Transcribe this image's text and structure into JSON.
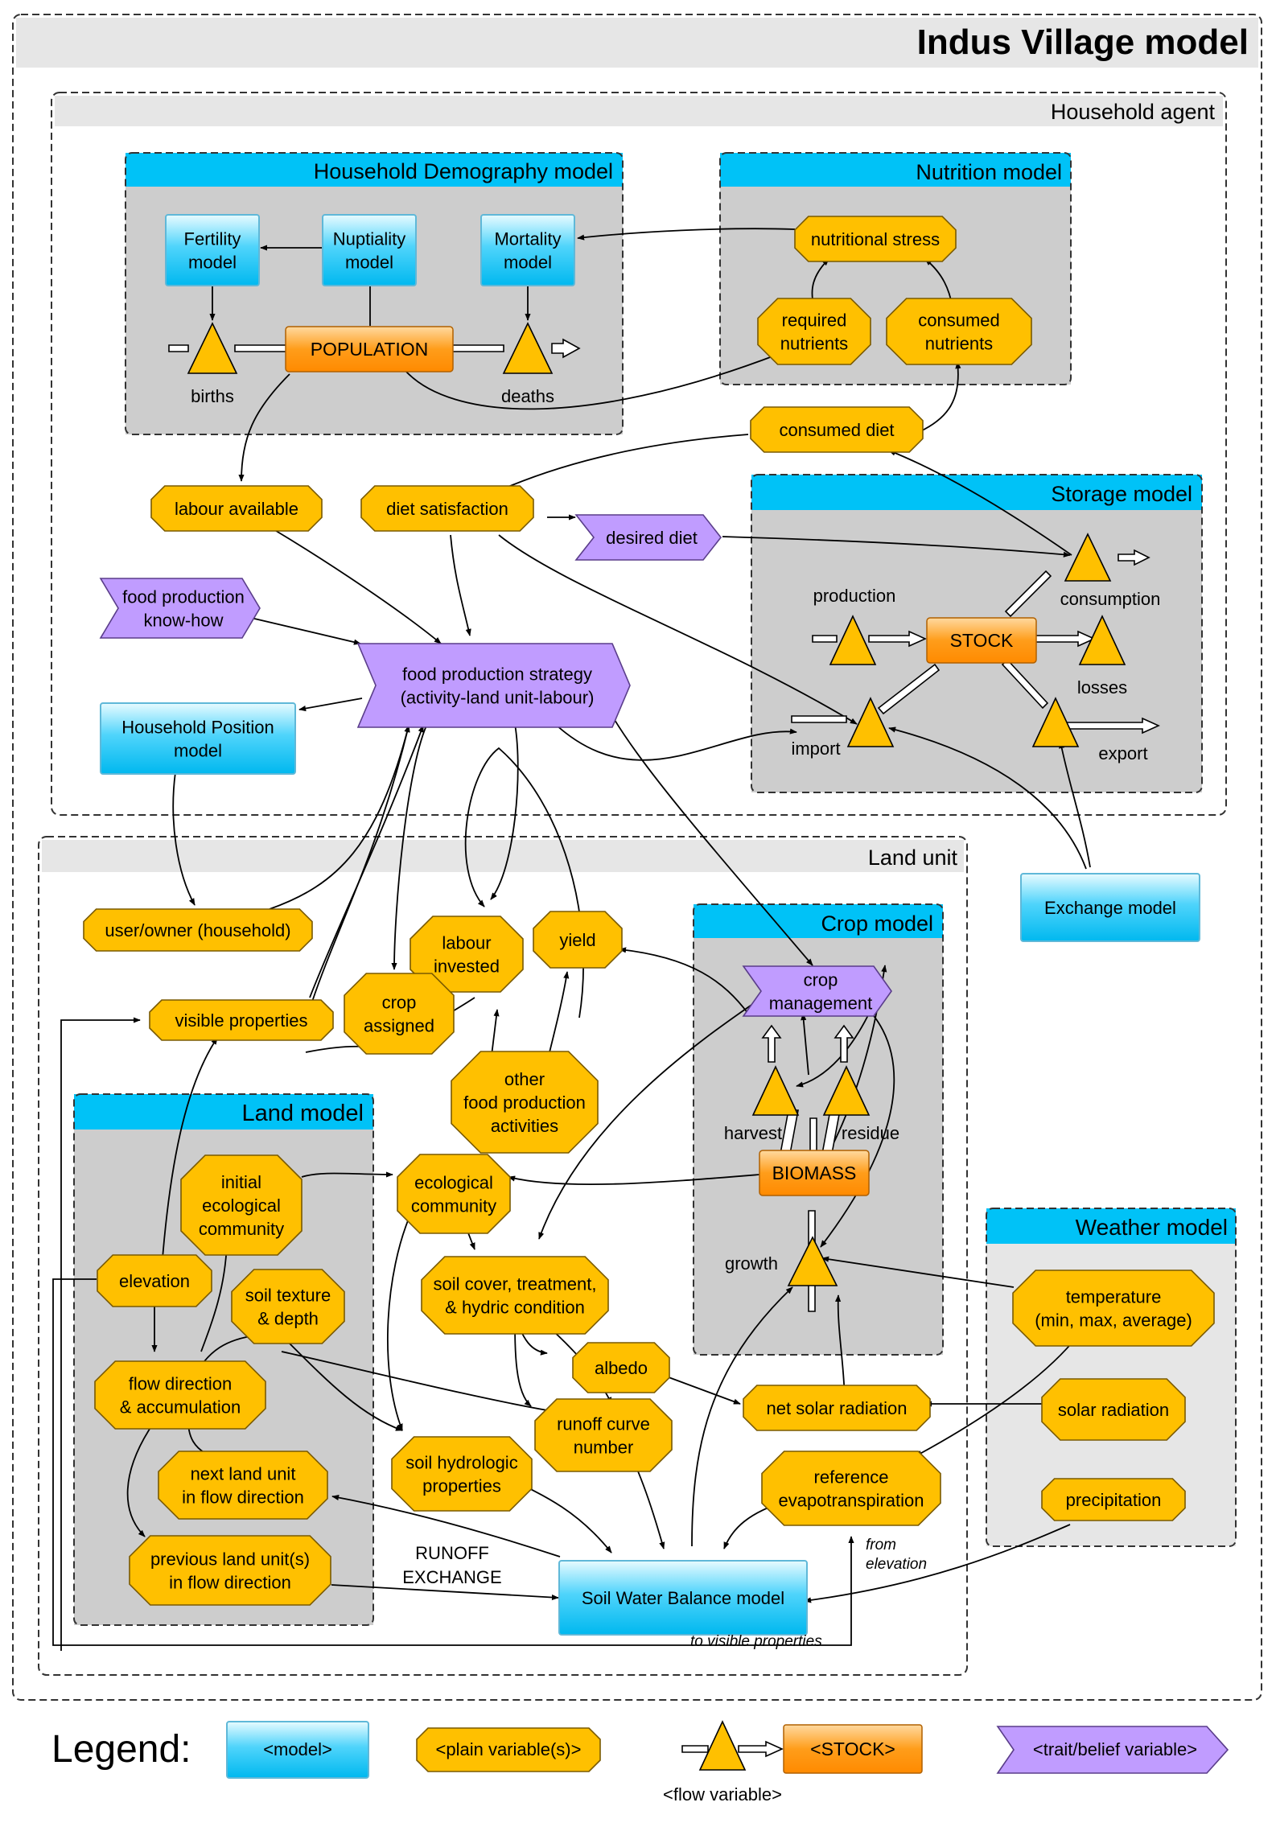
{
  "title": "Indus Village model",
  "sections": {
    "household_agent": "Household agent",
    "land_unit": "Land unit"
  },
  "submodels": {
    "demography": "Household Demography model",
    "nutrition": "Nutrition model",
    "storage": "Storage model",
    "crop": "Crop model",
    "land": "Land model",
    "weather": "Weather model"
  },
  "models": {
    "fertility": [
      "Fertility",
      "model"
    ],
    "nuptiality": [
      "Nuptiality",
      "model"
    ],
    "mortality": [
      "Mortality",
      "model"
    ],
    "household_position": [
      "Household Position",
      "model"
    ],
    "exchange": [
      "Exchange model"
    ],
    "soil_water_balance": [
      "Soil Water Balance model"
    ]
  },
  "stocks": {
    "population": "POPULATION",
    "stock": "STOCK",
    "biomass": "BIOMASS"
  },
  "flows": {
    "births": "births",
    "deaths": "deaths",
    "production": "production",
    "consumption": "consumption",
    "losses": "losses",
    "import": "import",
    "export": "export",
    "harvest": "harvest",
    "residue": "residue",
    "growth": "growth"
  },
  "variables": {
    "nutritional_stress": [
      "nutritional stress"
    ],
    "required_nutrients": [
      "required",
      "nutrients"
    ],
    "consumed_nutrients": [
      "consumed",
      "nutrients"
    ],
    "consumed_diet": [
      "consumed diet"
    ],
    "labour_available": [
      "labour available"
    ],
    "diet_satisfaction": [
      "diet satisfaction"
    ],
    "user_owner": [
      "user/owner (household)"
    ],
    "labour_invested": [
      "labour",
      "invested"
    ],
    "yield": [
      "yield"
    ],
    "visible_properties": [
      "visible properties"
    ],
    "crop_assigned": [
      "crop",
      "assigned"
    ],
    "other_food": [
      "other",
      "food production",
      "activities"
    ],
    "initial_eco": [
      "initial",
      "ecological",
      "community"
    ],
    "ecological_community": [
      "ecological",
      "community"
    ],
    "elevation": [
      "elevation"
    ],
    "soil_texture": [
      "soil texture",
      "& depth"
    ],
    "soil_cover": [
      "soil cover, treatment,",
      "& hydric condition"
    ],
    "flow_direction": [
      "flow direction",
      "& accumulation"
    ],
    "albedo": [
      "albedo"
    ],
    "net_solar": [
      "net solar radiation"
    ],
    "runoff_curve": [
      "runoff curve",
      "number"
    ],
    "next_land": [
      "next land unit",
      "in flow direction"
    ],
    "soil_hydrologic": [
      "soil hydrologic",
      "properties"
    ],
    "reference_evapo": [
      "reference",
      "evapotranspiration"
    ],
    "previous_land": [
      "previous land unit(s)",
      "in flow direction"
    ],
    "temperature": [
      "temperature",
      "(min, max, average)"
    ],
    "solar_radiation": [
      "solar radiation"
    ],
    "precipitation": [
      "precipitation"
    ]
  },
  "traits": {
    "desired_diet": [
      "desired diet"
    ],
    "food_know_how": [
      "food production",
      "know-how"
    ],
    "food_strategy": [
      "food production strategy",
      "(activity-land unit-labour)"
    ],
    "crop_management": [
      "crop",
      "management"
    ]
  },
  "annotations": {
    "runoff_exchange": [
      "RUNOFF",
      "EXCHANGE"
    ],
    "from_elevation": [
      "from",
      "elevation"
    ],
    "to_visible": "to visible properties"
  },
  "legend": {
    "title": "Legend:",
    "model": "<model>",
    "plain": "<plain variable(s)>",
    "flow": "<flow variable>",
    "stock": "<STOCK>",
    "trait": "<trait/belief variable>"
  },
  "colors": {
    "model": "#00c2f7",
    "variable": "#ffc000",
    "stock": "#ff9900",
    "trait": "#c09cff",
    "panel": "#cdcdcd"
  }
}
